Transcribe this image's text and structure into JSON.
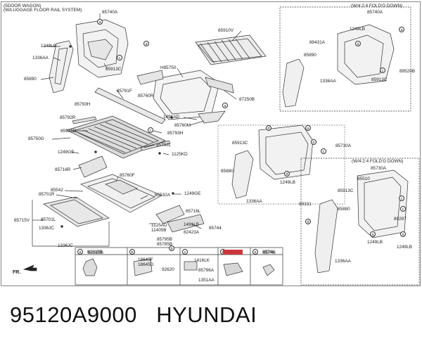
{
  "headers": {
    "top_left_line1": "(5DOOR WAGON)",
    "top_left_line2": "(W/LUGGAGE FLOOR RAIL SYSTEM)",
    "inset_top_right": "(W/4:2:4 FOLD'G DOWN)",
    "inset_bottom_right": "(W/4:2:4 FOLD'G DOWN)"
  },
  "part_number_caption": "95120A9000",
  "brand_caption": "HYUNDAI",
  "direction_label": "FR.",
  "labels": [
    {
      "id": "l-85740a-1",
      "text": "85740A"
    },
    {
      "id": "l-1249lb-1",
      "text": "1249LB"
    },
    {
      "id": "l-1336aa-1",
      "text": "1336AA"
    },
    {
      "id": "l-85890-1",
      "text": "85890"
    },
    {
      "id": "l-85913c-1",
      "text": "85913C"
    },
    {
      "id": "l-85910v",
      "text": "85910V"
    },
    {
      "id": "l-h85750",
      "text": "H85750"
    },
    {
      "id": "l-85791f",
      "text": "85791F"
    },
    {
      "id": "l-85760r",
      "text": "85760R"
    },
    {
      "id": "l-85793h-1",
      "text": "85793H"
    },
    {
      "id": "l-87250b",
      "text": "87250B"
    },
    {
      "id": "l-1491ad",
      "text": "1491AD"
    },
    {
      "id": "l-85760m",
      "text": "85760M"
    },
    {
      "id": "l-85792r",
      "text": "85792R"
    },
    {
      "id": "l-85936d",
      "text": "85936D"
    },
    {
      "id": "l-85793h-2",
      "text": "85793H"
    },
    {
      "id": "l-85750g",
      "text": "85750G"
    },
    {
      "id": "l-85792l",
      "text": "85792L"
    },
    {
      "id": "l-1249ge-1",
      "text": "1249GE"
    },
    {
      "id": "l-1125kd",
      "text": "1125KD"
    },
    {
      "id": "l-85716r",
      "text": "85716R"
    },
    {
      "id": "l-85760f",
      "text": "85760F"
    },
    {
      "id": "l-85542",
      "text": "85542"
    },
    {
      "id": "l-85701r",
      "text": "85701R"
    },
    {
      "id": "l-85532a",
      "text": "85532A"
    },
    {
      "id": "l-1249ge-2",
      "text": "1249GE"
    },
    {
      "id": "l-85716l",
      "text": "85716L"
    },
    {
      "id": "l-85715v",
      "text": "85715V"
    },
    {
      "id": "l-85701l",
      "text": "85701L"
    },
    {
      "id": "l-1336jc-1",
      "text": "1336JC"
    },
    {
      "id": "l-1125ad",
      "text": "1125AD"
    },
    {
      "id": "l-11405b",
      "text": "11405B"
    },
    {
      "id": "l-1491lb",
      "text": "1491LB"
    },
    {
      "id": "l-82423a",
      "text": "82423A"
    },
    {
      "id": "l-85744",
      "text": "85744"
    },
    {
      "id": "l-85795b",
      "text": "85795B"
    },
    {
      "id": "l-85785b",
      "text": "85785B"
    },
    {
      "id": "l-1336jc-2",
      "text": "1336JC"
    },
    {
      "id": "l-85740a-2",
      "text": "85740A"
    },
    {
      "id": "l-1249lb-2",
      "text": "1249LB"
    },
    {
      "id": "l-89431a",
      "text": "89431A"
    },
    {
      "id": "l-85890-2",
      "text": "85890"
    },
    {
      "id": "l-89520b",
      "text": "89520B"
    },
    {
      "id": "l-1336aa-2",
      "text": "1336AA"
    },
    {
      "id": "l-85913c-2",
      "text": "85913C"
    },
    {
      "id": "l-85913c-3",
      "text": "85913C"
    },
    {
      "id": "l-85730a-1",
      "text": "85730A"
    },
    {
      "id": "l-85880-1",
      "text": "85880"
    },
    {
      "id": "l-1249lb-3",
      "text": "1249LB"
    },
    {
      "id": "l-1336aa-3",
      "text": "1336AA"
    },
    {
      "id": "l-85730a-2",
      "text": "85730A"
    },
    {
      "id": "l-85510",
      "text": "85510"
    },
    {
      "id": "l-85913c-4",
      "text": "85913C"
    },
    {
      "id": "l-89331",
      "text": "89331"
    },
    {
      "id": "l-85880-2",
      "text": "85880"
    },
    {
      "id": "l-89297",
      "text": "89297"
    },
    {
      "id": "l-1249lb-4",
      "text": "1249LB"
    },
    {
      "id": "l-1249lb-5",
      "text": "1249LB"
    },
    {
      "id": "l-1336aa-4",
      "text": "1336AA"
    },
    {
      "id": "l-82315b",
      "text": "82315B"
    },
    {
      "id": "l-18645f",
      "text": "18645F"
    },
    {
      "id": "l-18645d",
      "text": "18645D"
    },
    {
      "id": "l-92620",
      "text": "92620"
    },
    {
      "id": "l-1416lk",
      "text": "1416LK"
    },
    {
      "id": "l-85796a",
      "text": "85796A"
    },
    {
      "id": "l-1351aa",
      "text": "1351AA"
    },
    {
      "id": "l-85746",
      "text": "85746"
    }
  ],
  "callouts": [
    "a",
    "b",
    "c",
    "d",
    "e"
  ],
  "table_headers": [
    {
      "letter": "a",
      "part": "82315B"
    },
    {
      "letter": "b",
      "part": ""
    },
    {
      "letter": "c",
      "part": ""
    },
    {
      "letter": "d",
      "part": ""
    },
    {
      "letter": "e",
      "part": "85746"
    }
  ]
}
